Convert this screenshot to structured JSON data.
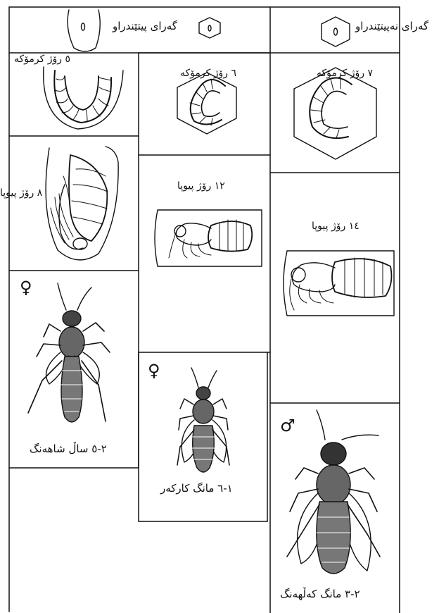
{
  "headers": {
    "sealed_cell": "گەرای پیتێندراو",
    "unsealed_cell": "گەرای نەپیتێندراو"
  },
  "queen": {
    "larva_label": "٥ رۆژ کرمۆکە",
    "pupa_label": "٨ رۆژ پیوپا",
    "symbol": "♀",
    "adult_label": "٢-٥ ساڵ شاهەنگ"
  },
  "worker": {
    "larva_label": "٦ رۆژ کرمۆکە",
    "pupa_label": "١٢ رۆژ پیوپا",
    "symbol": "♀",
    "adult_label": "١-٦ مانگ کارکەر"
  },
  "drone": {
    "larva_label": "٧ رۆژ کرمۆکە",
    "pupa_label": "١٤ رۆژ پیوپا",
    "symbol": "♂",
    "adult_label": "٢-٣ مانگ کەڵهەنگ"
  }
}
